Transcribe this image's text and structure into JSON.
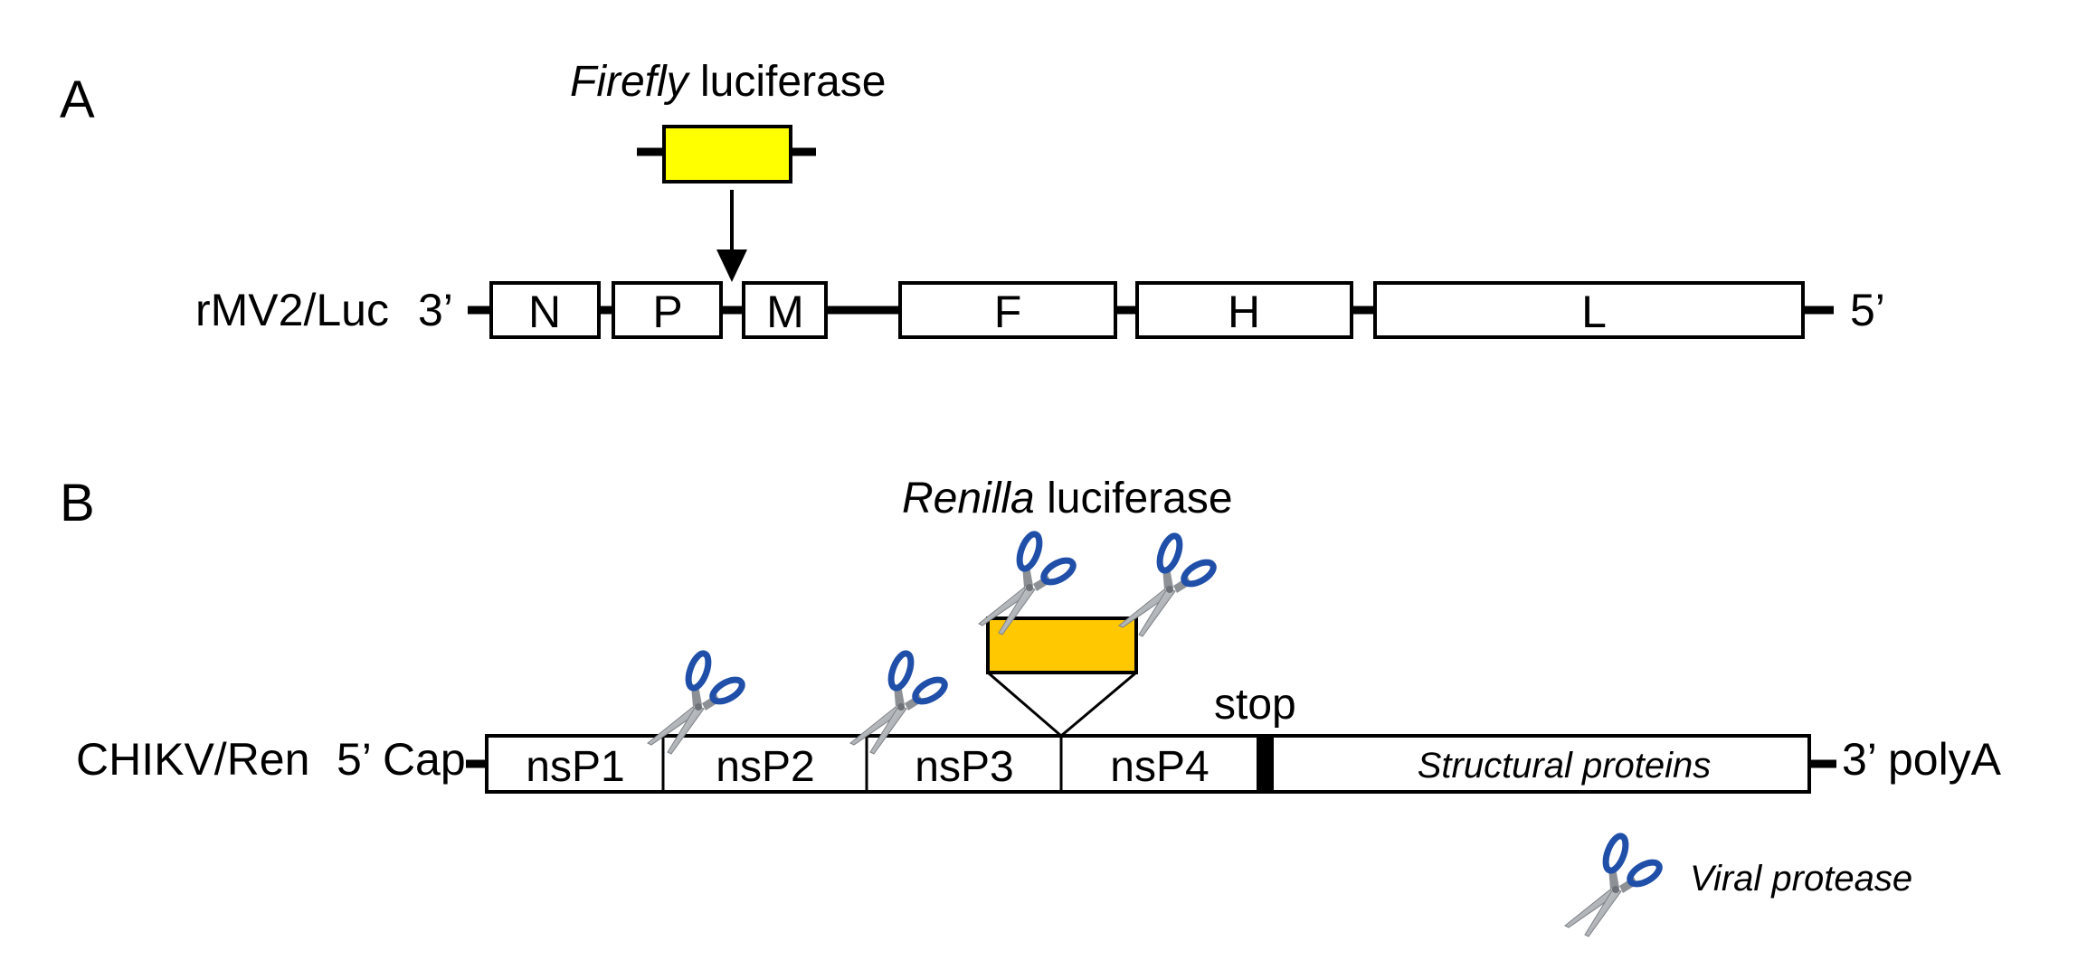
{
  "figure": {
    "panels": [
      {
        "letter": "A",
        "construct": "rMV2/Luc",
        "left_end": "3’",
        "right_end": "5’",
        "insert": {
          "title_italic": "Firefly",
          "title_rest": " luciferase",
          "color": "#FFFF00",
          "inserted_between": [
            "P",
            "M"
          ]
        },
        "genes": [
          "N",
          "P",
          "M",
          "F",
          "H",
          "L"
        ]
      },
      {
        "letter": "B",
        "construct": "CHIKV/Ren",
        "left_end": "5’ Cap",
        "right_end": "3’ polyA",
        "insert": {
          "title_italic": "Renilla",
          "title_rest": " luciferase",
          "color": "#FFC800",
          "inserted_between": [
            "nsP3",
            "nsP4"
          ]
        },
        "segments": [
          "nsP1",
          "nsP2",
          "nsP3",
          "nsP4"
        ],
        "stop_label": "stop",
        "structural_label": "Structural proteins",
        "cleavage_sites": [
          "nsP1/nsP2",
          "nsP2/nsP3",
          "nsP3/Renilla",
          "Renilla/nsP4"
        ]
      }
    ],
    "legend": {
      "icon": "scissors-icon",
      "label": "Viral protease"
    },
    "colors": {
      "scissors_handle": "#1F4FA8",
      "scissors_blade": "#9A9EA3",
      "stroke": "#000000"
    }
  }
}
